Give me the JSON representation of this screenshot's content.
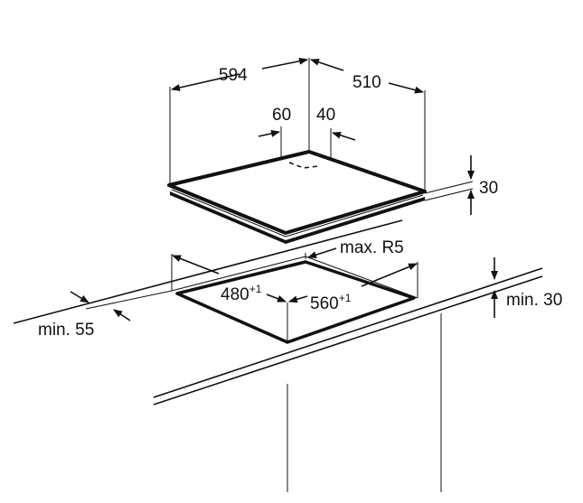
{
  "diagram": {
    "hob": {
      "width": "594",
      "depth": "510",
      "offset_left": "60",
      "offset_right": "40",
      "height": "30"
    },
    "cutout": {
      "depth": "480",
      "depth_tolerance": "+1",
      "width": "560",
      "width_tolerance": "+1",
      "corner_radius": "max. R5",
      "front_distance": "min. 55",
      "worktop_thickness": "min. 30"
    }
  }
}
